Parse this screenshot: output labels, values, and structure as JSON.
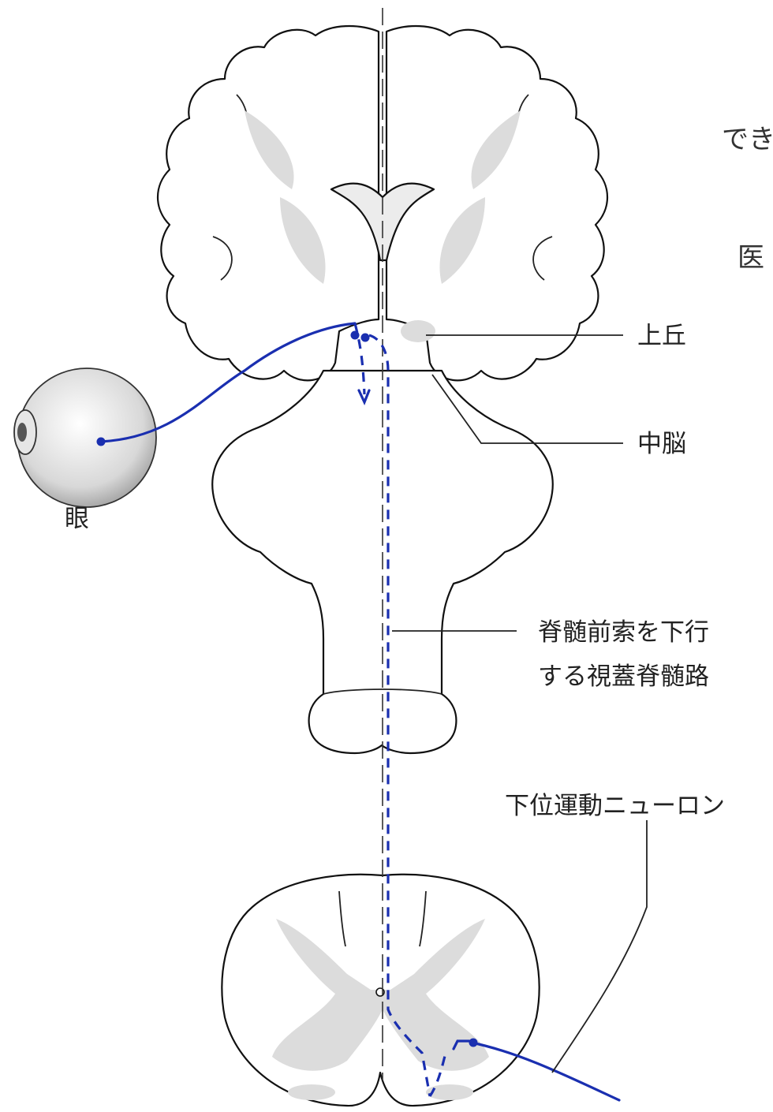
{
  "labels": {
    "superior_colliculus": "上丘",
    "midbrain": "中脳",
    "eye": "眼",
    "tract_line1": "脊髄前索を下行",
    "tract_line2": "する視蓋脊髄路",
    "lower_motor_neuron": "下位運動ニューロン",
    "cropped_top": "でき",
    "cropped_mid": "医"
  },
  "colors": {
    "pathway": "#1a2fb0",
    "gray_matter": "#dcdcdc",
    "outline": "#111111"
  }
}
